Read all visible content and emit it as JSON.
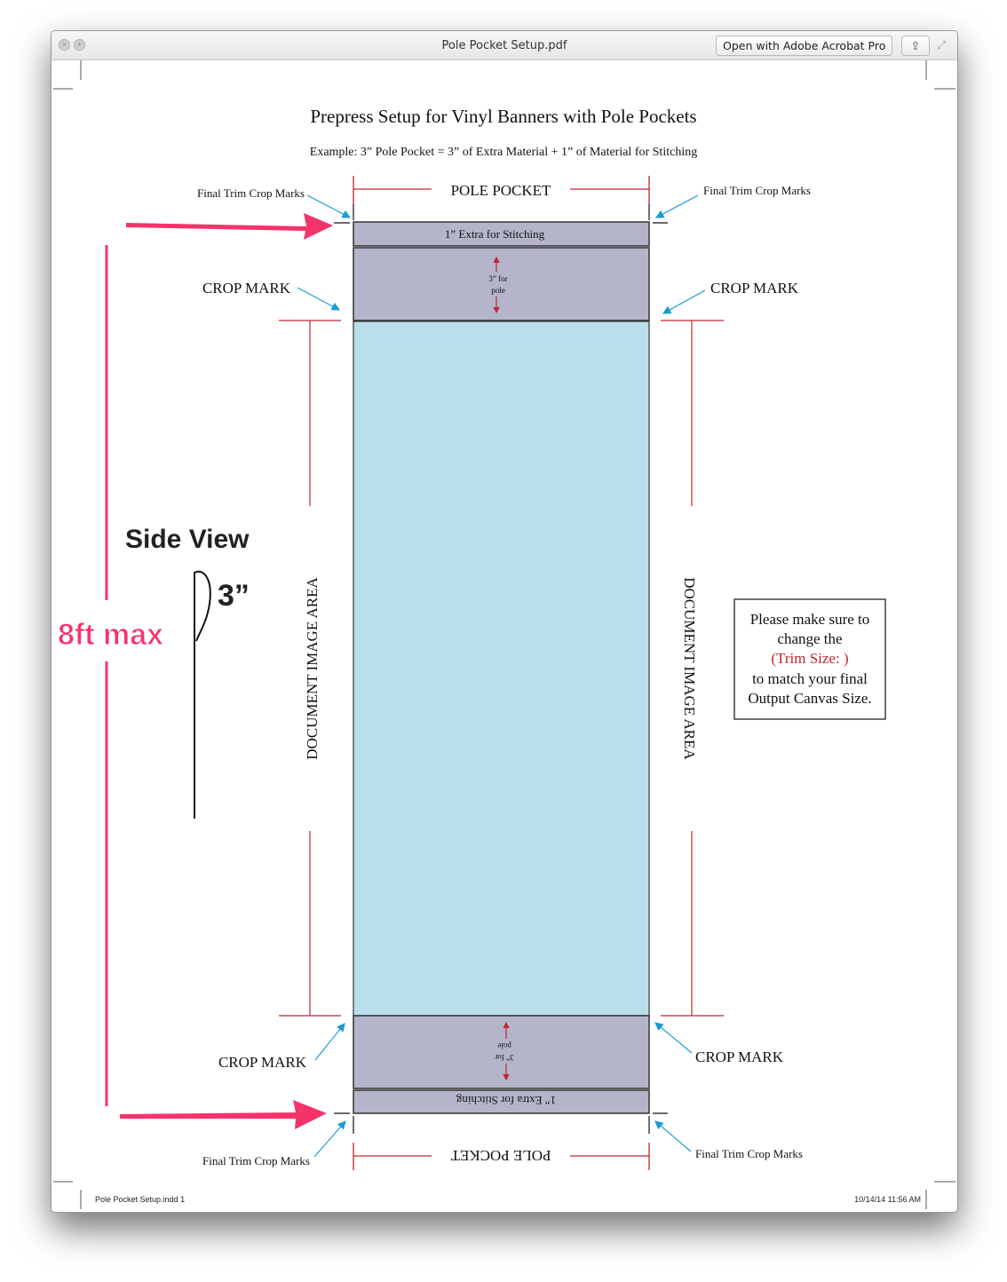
{
  "window": {
    "title": "Pole Pocket Setup.pdf",
    "open_button": "Open with Adobe Acrobat Pro",
    "close_icon": "close-icon",
    "zoom_icon": "plus-icon",
    "share_icon": "share-icon",
    "fullscreen_icon": "fullscreen-icon"
  },
  "document": {
    "title": "Prepress Setup for Vinyl Banners with Pole Pockets",
    "subtitle": "Example: 3” Pole Pocket = 3” of Extra Material + 1” of Material for Stitching",
    "pole_pocket_top": "POLE POCKET",
    "pole_pocket_bottom": "POLE POCKET",
    "final_trim_top_left": "Final Trim Crop Marks",
    "final_trim_top_right": "Final Trim Crop Marks",
    "final_trim_bottom_left": "Final Trim Crop Marks",
    "final_trim_bottom_right": "Final Trim Crop Marks",
    "crop_mark_top_left": "CROP MARK",
    "crop_mark_top_right": "CROP MARK",
    "crop_mark_bottom_left": "CROP MARK",
    "crop_mark_bottom_right": "CROP MARK",
    "stitching_top": "1” Extra for Stitching",
    "stitching_bottom": "1” Extra for Stitching",
    "pole_label_line1": "3” for",
    "pole_label_line2": "pole",
    "doc_area_left": "DOCUMENT IMAGE AREA",
    "doc_area_right": "DOCUMENT IMAGE AREA",
    "note": {
      "line1": "Please make sure to",
      "line2": "change the",
      "line3": "(Trim Size: )",
      "line4": "to match your final",
      "line5": "Output Canvas Size."
    },
    "side_view": "Side View",
    "side_view_size": "3”",
    "max_label": "8ft max",
    "footer_left": "Pole Pocket Setup.indd   1",
    "footer_right": "10/14/14   11:56 AM"
  },
  "colors": {
    "pocket_fill": "#b4b4cb",
    "image_area_fill": "#b9e0ea",
    "red_line": "#c0272d",
    "blue_arrow": "#1a9bd7",
    "pink_annotation": "#f5336b"
  }
}
